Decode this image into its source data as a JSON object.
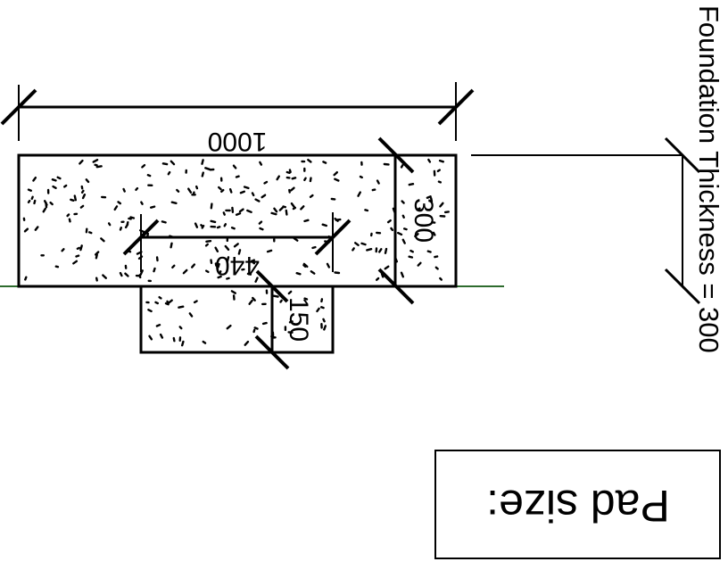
{
  "colors": {
    "line": "#000000",
    "ground_line": "#2e6b2e",
    "background": "#ffffff"
  },
  "labels": {
    "overall_width": "1000",
    "slab_thickness": "300",
    "pad_width": "440",
    "pad_depth": "150",
    "foundation_thickness_note": "Foundation Thickness = 300",
    "pad_size_box": "Pad size:"
  }
}
